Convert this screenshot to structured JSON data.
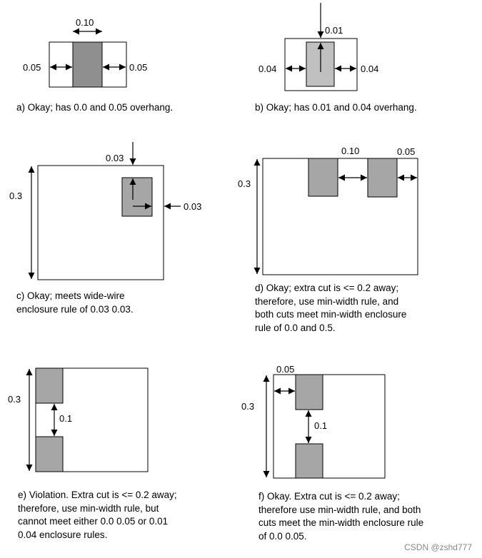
{
  "colors": {
    "cut_dark": "#8f8f8f",
    "cut_mid": "#a6a6a6",
    "cut_light": "#c0c0c0",
    "outline": "#000000",
    "watermark": "#888888"
  },
  "panels": {
    "a": {
      "labels": {
        "top": "0.10",
        "left": "0.05",
        "right": "0.05"
      },
      "caption": [
        "a) Okay; has 0.0 and 0.05 overhang."
      ]
    },
    "b": {
      "labels": {
        "top": "0.01",
        "left": "0.04",
        "right": "0.04"
      },
      "caption": [
        "b) Okay; has 0.01 and 0.04 overhang."
      ]
    },
    "c": {
      "labels": {
        "height": "0.3",
        "top": "0.03",
        "right": "0.03"
      },
      "caption": [
        "c) Okay; meets wide-wire",
        "enclosure rule of 0.03 0.03."
      ]
    },
    "d": {
      "labels": {
        "height": "0.3",
        "gap": "0.10",
        "edge": "0.05"
      },
      "caption": [
        "d) Okay; extra cut is <= 0.2 away;",
        "therefore, use min-width rule, and",
        "both cuts meet min-width enclosure",
        "rule of 0.0 and 0.5."
      ]
    },
    "e": {
      "labels": {
        "height": "0.3",
        "gap": "0.1"
      },
      "caption": [
        "e) Violation. Extra cut is <= 0.2 away;",
        "therefore, use min-width rule, but",
        "cannot meet either 0.0 0.05 or 0.01",
        "0.04 enclosure rules."
      ]
    },
    "f": {
      "labels": {
        "height": "0.3",
        "left": "0.05",
        "gap": "0.1"
      },
      "caption": [
        "f) Okay. Extra cut is <= 0.2 away;",
        "therefore use min-width rule, and both",
        "cuts meet the min-width enclosure rule",
        "of 0.0 0.05."
      ]
    }
  },
  "watermark": "CSDN @zshd777"
}
